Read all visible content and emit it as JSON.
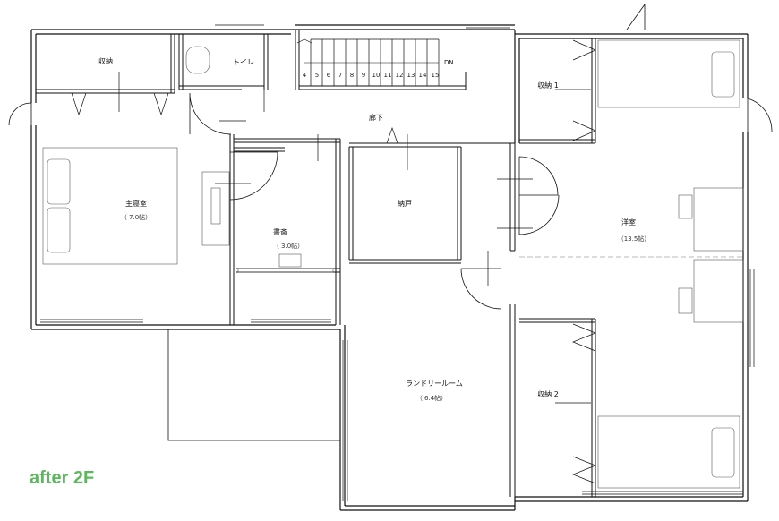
{
  "caption": "after 2F",
  "caption_color": "#5cb85c",
  "rooms": {
    "storage_top": "収納",
    "toilet": "トイレ",
    "hallway": "廊下",
    "master_bedroom": "主寝室",
    "master_bedroom_area": "（ 7.0帖）",
    "study": "書斎",
    "study_area": "（ 3.0帖）",
    "closet": "納戸",
    "laundry": "ランドリールーム",
    "laundry_area": "（ 6.4帖）",
    "western_room": "洋室",
    "western_room_area": "（13.5帖）",
    "storage_1": "収納 1",
    "storage_2": "収納 2"
  },
  "stairs": {
    "steps": [
      "4",
      "5",
      "6",
      "7",
      "8",
      "9",
      "10",
      "11",
      "12",
      "13",
      "14",
      "15"
    ],
    "direction": "DN"
  }
}
